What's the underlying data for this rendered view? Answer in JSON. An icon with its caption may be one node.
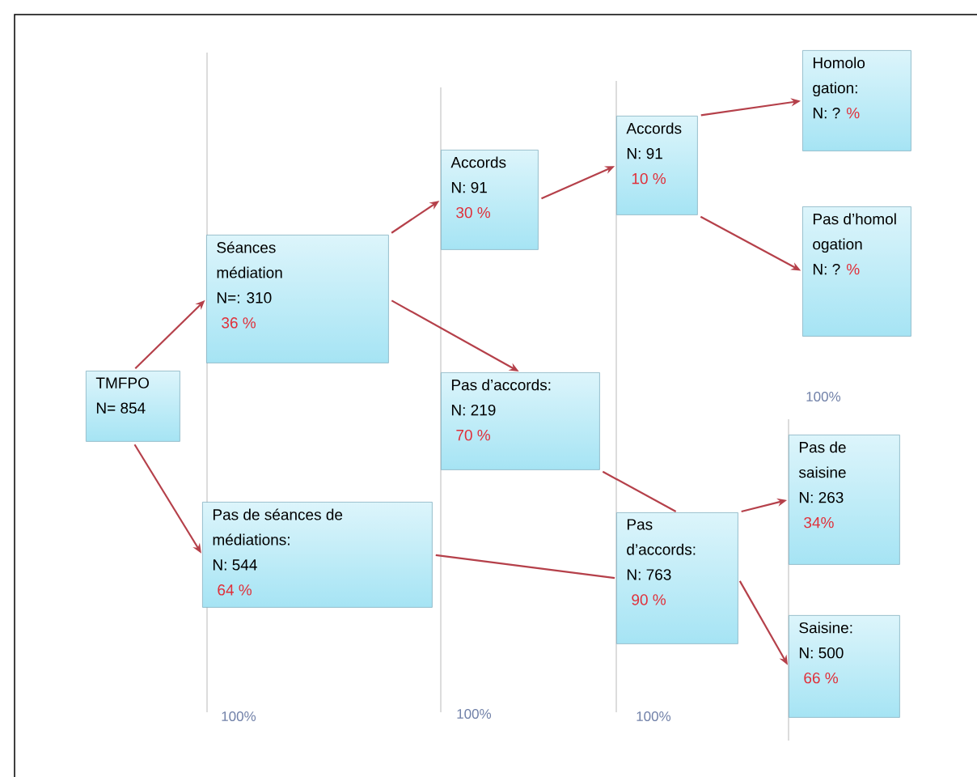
{
  "diagram": {
    "nodes": [
      {
        "text": [
          "TMFPO",
          "N= 854"
        ]
      },
      {
        "text": [
          "Séances médiation",
          "N=: 310",
          "36 %"
        ]
      },
      {
        "text": [
          "Pas de séances de médiations:",
          "N: 544",
          "64 %"
        ]
      },
      {
        "text": [
          "Accords",
          "N: 91",
          "30 %"
        ]
      },
      {
        "text": [
          "Pas d’accords:",
          "N: 219",
          "70 %"
        ]
      },
      {
        "text": [
          "Accords",
          "N: 91",
          "10 %"
        ]
      },
      {
        "text": [
          "Pas d’accords:",
          "N: 763",
          "90 %"
        ]
      },
      {
        "text": [
          "Homolo gation:",
          "N: ?",
          "%"
        ]
      },
      {
        "text": [
          "Pas d’homol ogation",
          "N: ?",
          "%"
        ]
      },
      {
        "text": [
          "Pas de saisine",
          "N: 263",
          "34%"
        ]
      },
      {
        "text": [
          "Saisine:",
          "N: 500",
          "66 %"
        ]
      }
    ],
    "edges": [
      {
        "from": 0,
        "to": 1,
        "arrow": "to"
      },
      {
        "from": 0,
        "to": 2,
        "arrow": "to"
      },
      {
        "from": 1,
        "to": 3,
        "arrow": "to"
      },
      {
        "from": 1,
        "to": 4,
        "arrow": "to"
      },
      {
        "from": 3,
        "to": 5,
        "arrow": "to"
      },
      {
        "from": 5,
        "to": 7,
        "arrow": "to"
      },
      {
        "from": 5,
        "to": 8,
        "arrow": "to"
      },
      {
        "from": 4,
        "to": 6,
        "arrow": "none"
      },
      {
        "from": 2,
        "to": 6,
        "arrow": "none"
      },
      {
        "from": 6,
        "to": 9,
        "arrow": "to"
      },
      {
        "from": 6,
        "to": 10,
        "arrow": "to"
      }
    ],
    "labels": [
      "100%",
      "100%",
      "100%",
      "100%"
    ]
  }
}
